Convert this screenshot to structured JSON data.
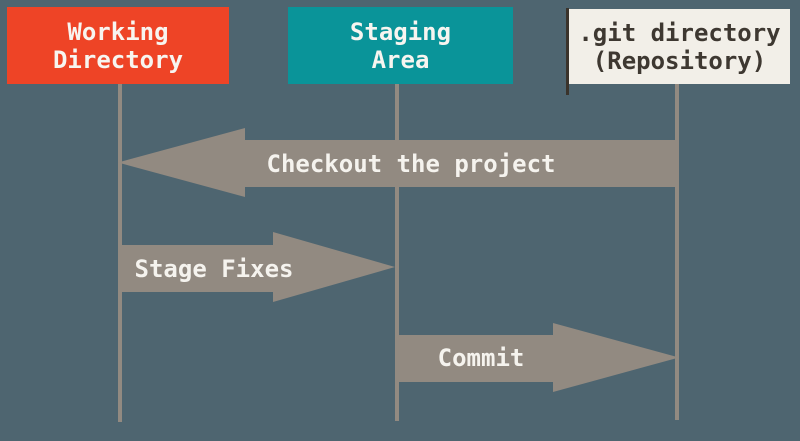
{
  "diagram": {
    "background_color": "#4e6570",
    "arrow_color": "#928a81",
    "lifeline_color": "#928a81",
    "columns": [
      {
        "id": "working-directory",
        "label": "Working\nDirectory",
        "color": "#ee4426",
        "text_color": "#f7f5f0"
      },
      {
        "id": "staging-area",
        "label": "Staging\nArea",
        "color": "#0a9499",
        "text_color": "#f7f5f0"
      },
      {
        "id": "git-directory",
        "label": ".git directory\n(Repository)",
        "color": "#f2efe8",
        "text_color": "#3e3831"
      }
    ],
    "arrows": [
      {
        "label": "Checkout the project",
        "direction": "left",
        "from": "git-directory",
        "to": "working-directory"
      },
      {
        "label": "Stage Fixes",
        "direction": "right",
        "from": "working-directory",
        "to": "staging-area"
      },
      {
        "label": "Commit",
        "direction": "right",
        "from": "staging-area",
        "to": "git-directory"
      }
    ]
  }
}
